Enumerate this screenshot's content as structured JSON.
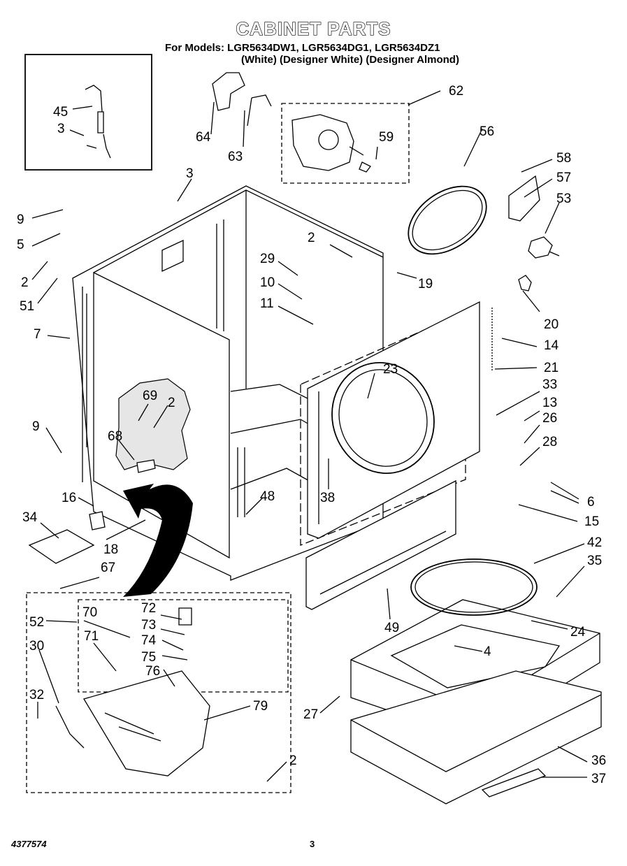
{
  "page": {
    "title": "CABINET PARTS",
    "models_line": "For Models: LGR5634DW1, LGR5634DG1, LGR5634DZ1",
    "variants_line": "(White) (Designer White) (Designer Almond)",
    "doc_number": "4377574",
    "page_number": "3"
  },
  "callouts": [
    "45",
    "3",
    "9",
    "5",
    "2",
    "51",
    "7",
    "9",
    "16",
    "34",
    "64",
    "63",
    "62",
    "59",
    "56",
    "58",
    "57",
    "53",
    "3",
    "2",
    "29",
    "10",
    "11",
    "19",
    "20",
    "14",
    "21",
    "23",
    "69",
    "2",
    "68",
    "33",
    "13",
    "26",
    "28",
    "6",
    "15",
    "38",
    "48",
    "18",
    "67",
    "42",
    "35",
    "24",
    "4",
    "49",
    "52",
    "70",
    "71",
    "30",
    "32",
    "72",
    "73",
    "74",
    "75",
    "76",
    "79",
    "27",
    "36",
    "37",
    "2"
  ]
}
